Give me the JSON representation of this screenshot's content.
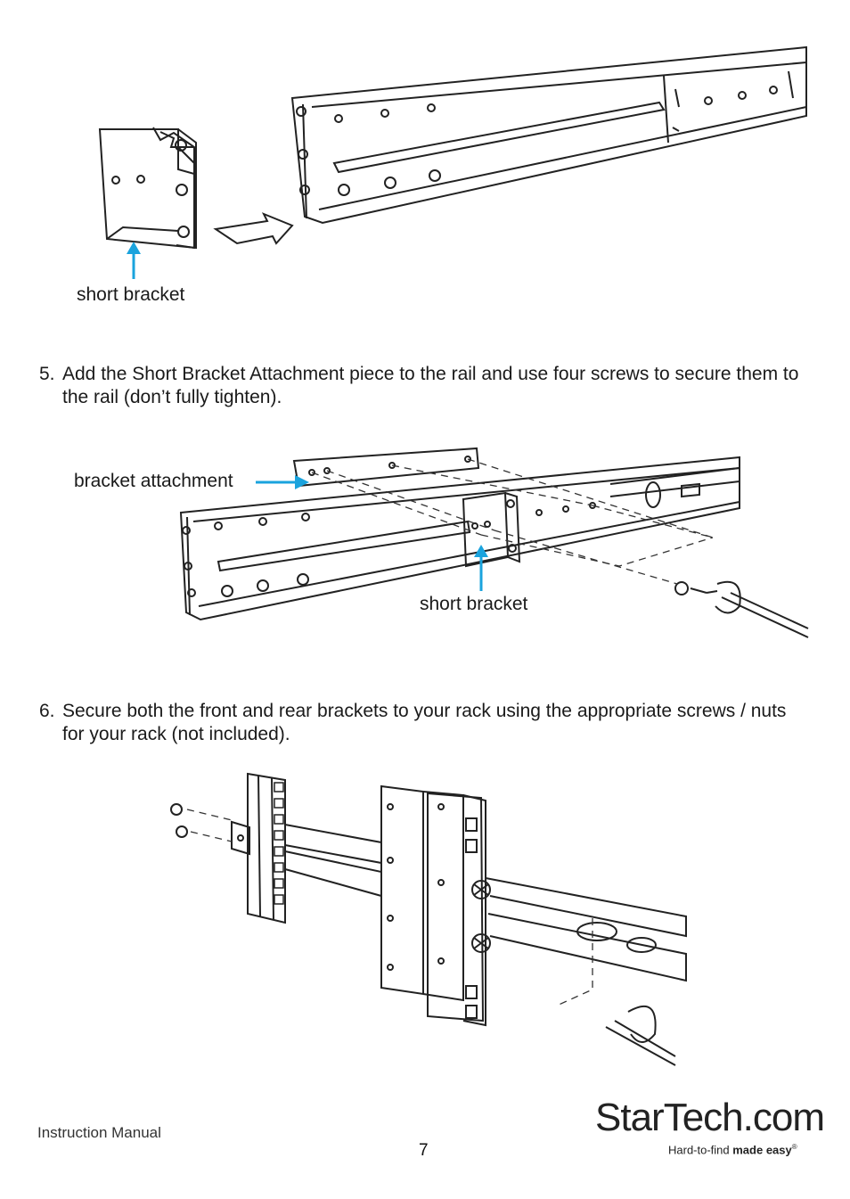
{
  "figure1": {
    "label_short_bracket": "short bracket"
  },
  "step5": {
    "number": "5.",
    "text": "Add the Short Bracket Attachment piece to the rail and use four screws to secure them to the rail (don’t fully tighten)."
  },
  "figure2": {
    "label_bracket_attachment": "bracket attachment",
    "label_short_bracket": "short bracket"
  },
  "step6": {
    "number": "6.",
    "text": "Secure both the front and rear brackets to your rack using the appropriate screws / nuts for your rack (not included)."
  },
  "footer": {
    "manual_label": "Instruction Manual",
    "page_number": "7",
    "logo": {
      "name_part1": "StarTech",
      "name_part2": ".com",
      "tagline_regular": "Hard-to-find ",
      "tagline_bold": "made easy",
      "registered": "®"
    }
  },
  "colors": {
    "callout_arrow": "#1aa3dd",
    "line_art": "#222222"
  }
}
